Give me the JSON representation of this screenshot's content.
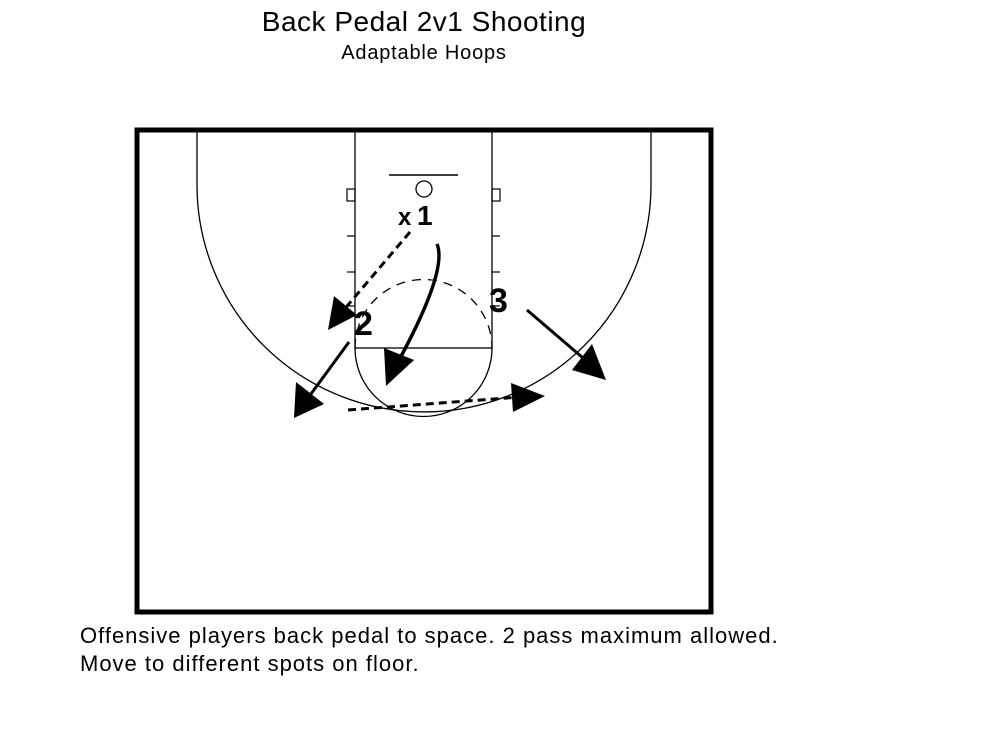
{
  "header": {
    "title": "Back Pedal 2v1 Shooting",
    "subtitle": "Adaptable Hoops"
  },
  "players": {
    "defender": "x",
    "p1": "1",
    "p2": "2",
    "p3": "3"
  },
  "caption": {
    "line1": "Offensive players back pedal to space. 2 pass maximum allowed.",
    "line2": "Move to different spots on floor."
  }
}
